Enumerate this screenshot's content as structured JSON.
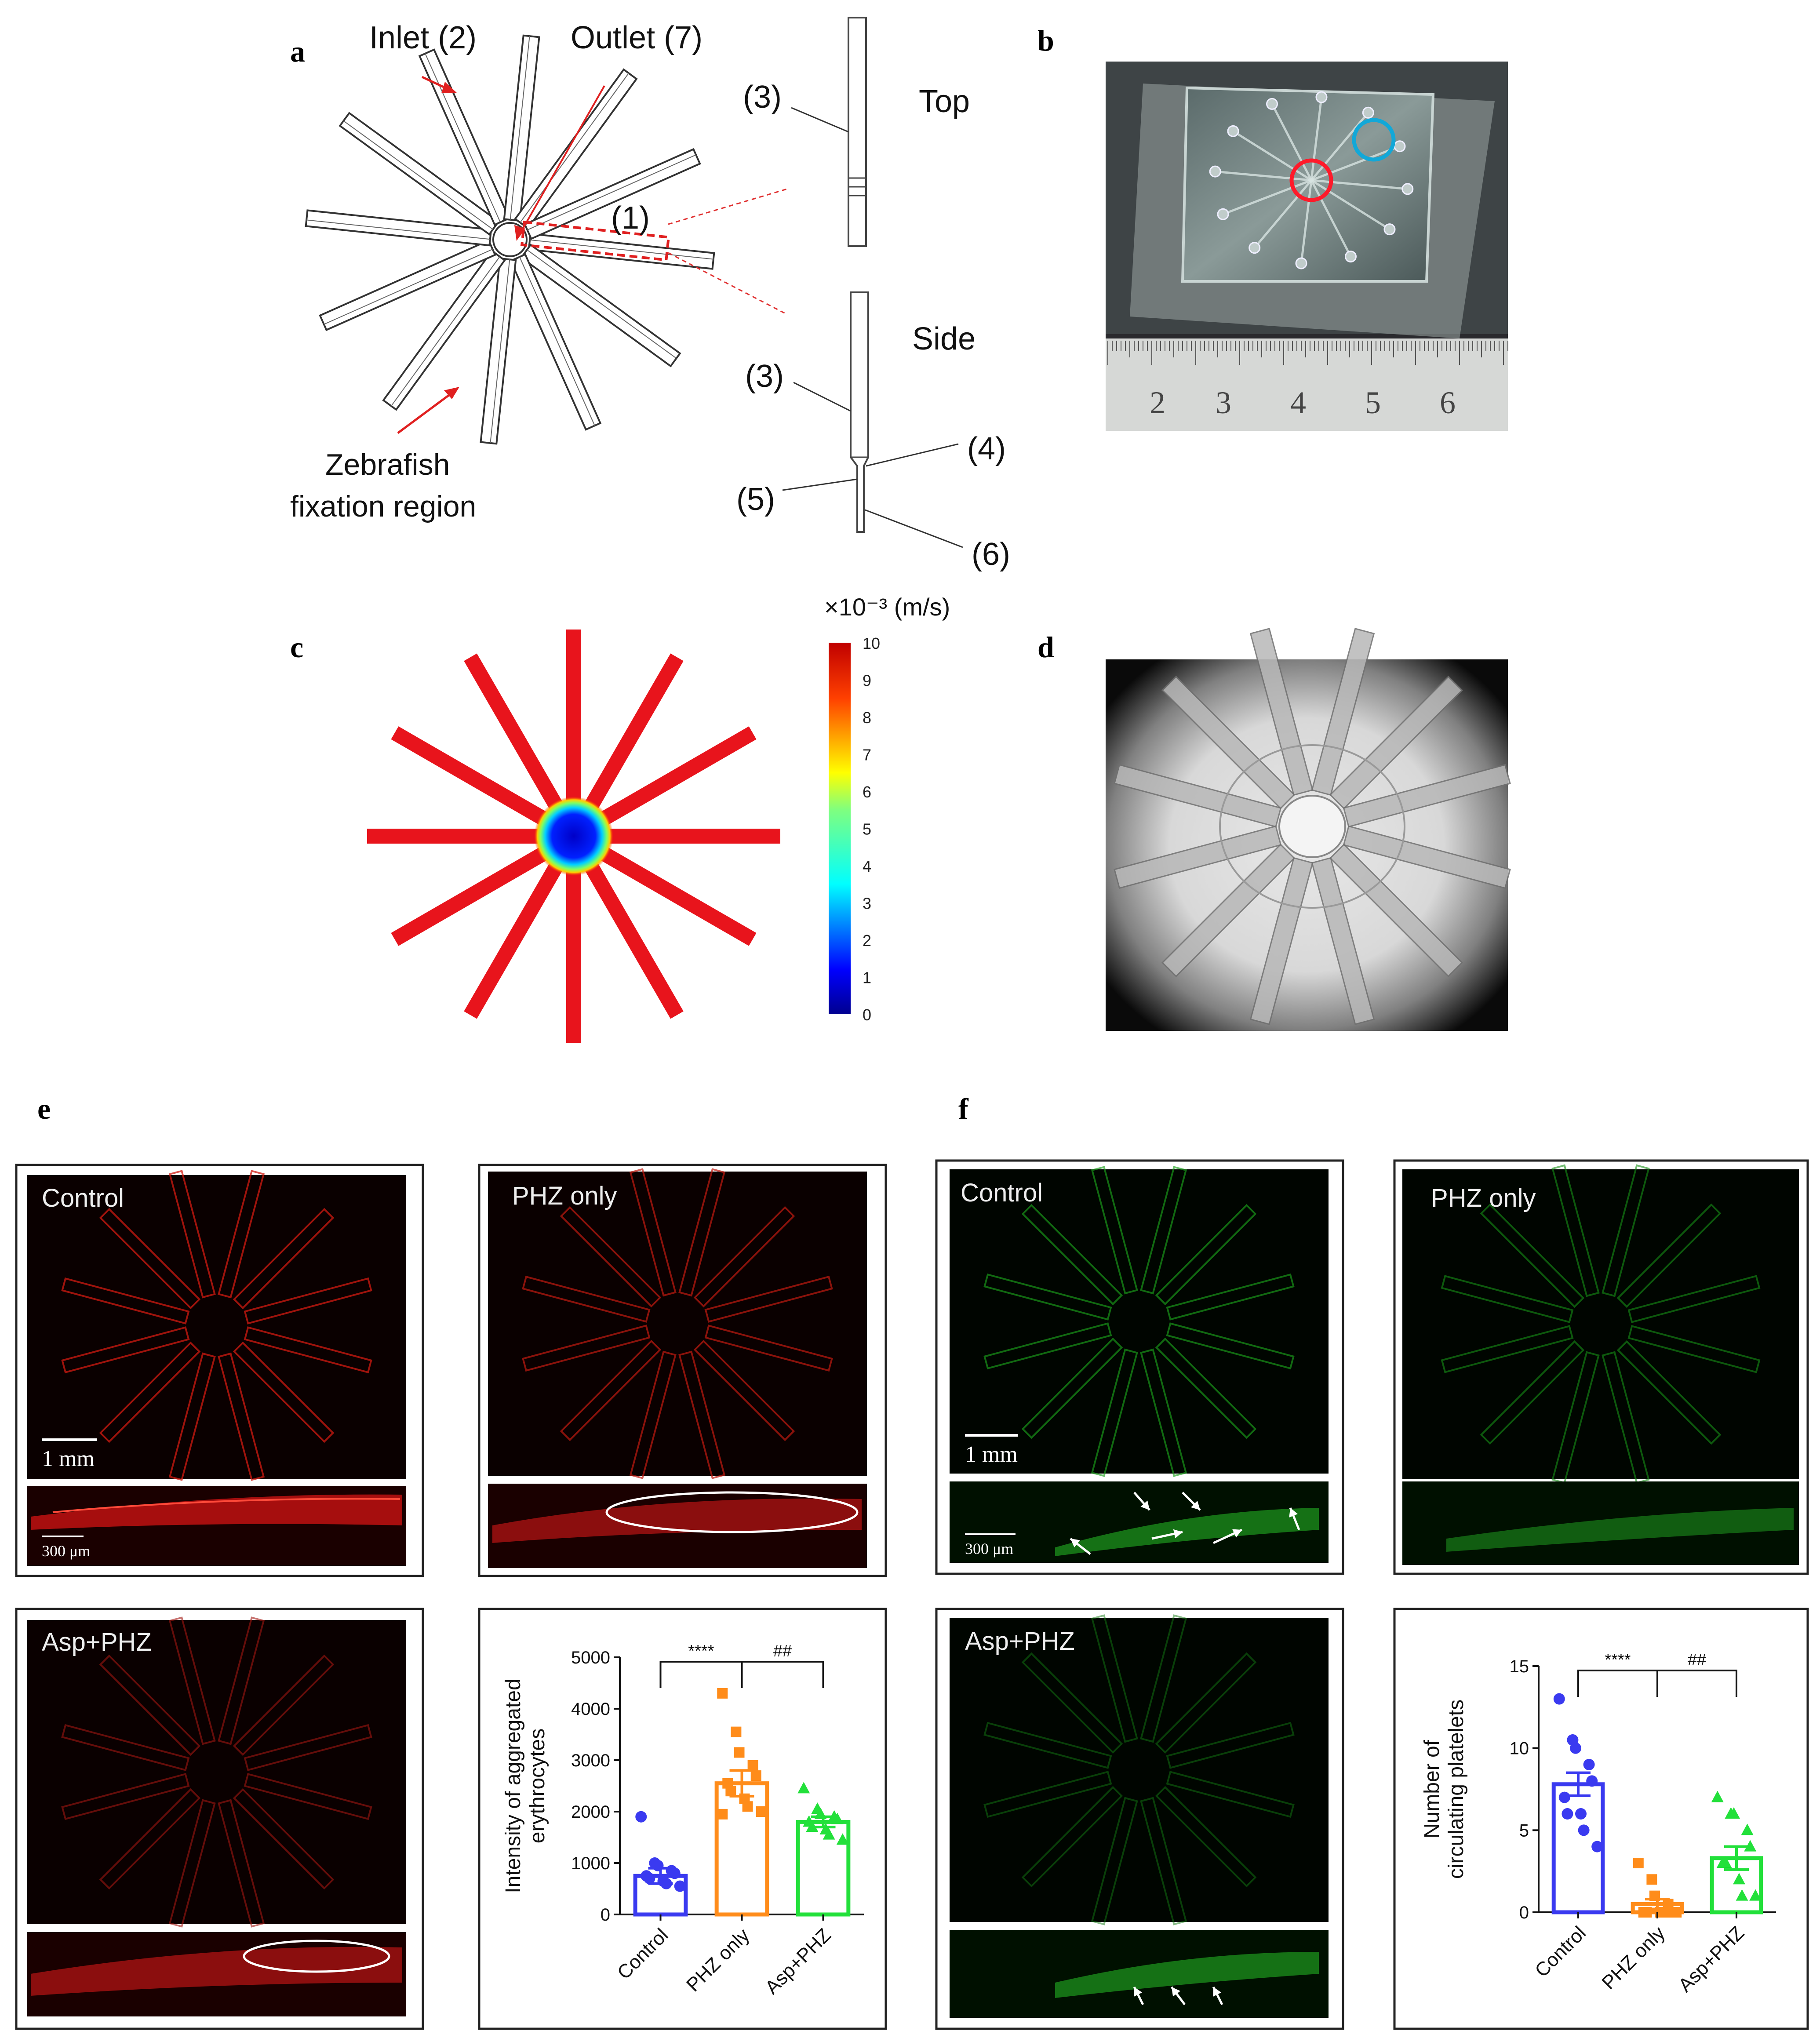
{
  "panel_letters": {
    "a": "a",
    "b": "b",
    "c": "c",
    "d": "d",
    "e": "e",
    "f": "f"
  },
  "panel_a": {
    "inlet": "Inlet (2)",
    "outlet": "Outlet (7)",
    "zebrafish": "Zebrafish",
    "fixation_region": "fixation region",
    "label_1": "(1)",
    "label_3_top": "(3)",
    "label_top": "Top",
    "label_3_side": "(3)",
    "label_side": "Side",
    "label_4": "(4)",
    "label_5": "(5)",
    "label_6": "(6)"
  },
  "panel_b": {
    "ruler_numbers": [
      "2",
      "3",
      "4",
      "5",
      "6"
    ]
  },
  "panel_c": {
    "colorbar_unit": "×10⁻³ (m/s)",
    "colorbar_ticks": [
      "10",
      "9",
      "8",
      "7",
      "6",
      "5",
      "4",
      "3",
      "2",
      "1",
      "0"
    ]
  },
  "panel_e": {
    "control_label": "Control",
    "phz_label": "PHZ only",
    "asp_label": "Asp+PHZ",
    "scalebar_1mm": "1 mm",
    "scalebar_300um": "300 μm"
  },
  "panel_f": {
    "control_label": "Control",
    "phz_label": "PHZ only",
    "asp_label": "Asp+PHZ",
    "scalebar_1mm": "1 mm",
    "scalebar_300um": "300 μm"
  },
  "chart_data": [
    {
      "type": "bar",
      "title": "",
      "ylabel": "Intensity of aggregated erythrocytes",
      "ylabel_lines": [
        "Intensity of aggregated",
        "erythrocytes"
      ],
      "categories": [
        "Control",
        "PHZ only",
        "Asp+PHZ"
      ],
      "values": [
        750,
        2550,
        1800
      ],
      "errors": [
        150,
        250,
        100
      ],
      "colors": [
        "#3a3af0",
        "#ff8c1a",
        "#22e03a"
      ],
      "ylim": [
        0,
        5000
      ],
      "yticks": [
        "0",
        "1000",
        "2000",
        "3000",
        "4000",
        "5000"
      ],
      "points": [
        [
          1900,
          1000,
          950,
          850,
          800,
          750,
          700,
          650,
          600,
          550
        ],
        [
          4300,
          3550,
          3150,
          2900,
          2700,
          2550,
          2400,
          2250,
          2100,
          2000,
          1950
        ],
        [
          2450,
          2050,
          1950,
          1900,
          1850,
          1800,
          1700,
          1650,
          1550,
          1450
        ]
      ],
      "significance": [
        {
          "from": 0,
          "to": 1,
          "label": "****"
        },
        {
          "from": 1,
          "to": 2,
          "label": "##"
        }
      ]
    },
    {
      "type": "bar",
      "title": "",
      "ylabel": "Number of circulating platelets",
      "ylabel_lines": [
        "Number of",
        "circulating platelets"
      ],
      "categories": [
        "Control",
        "PHZ only",
        "Asp+PHZ"
      ],
      "values": [
        7.8,
        0.5,
        3.3
      ],
      "errors": [
        0.7,
        0.3,
        0.7
      ],
      "colors": [
        "#3a3af0",
        "#ff8c1a",
        "#22e03a"
      ],
      "ylim": [
        0,
        15
      ],
      "yticks": [
        "0",
        "5",
        "10",
        "15"
      ],
      "points": [
        [
          13,
          10.5,
          10,
          9,
          8,
          7,
          6,
          6,
          5,
          4
        ],
        [
          3,
          2,
          1,
          0.5,
          0,
          0,
          0,
          0,
          0,
          0
        ],
        [
          7,
          6,
          6,
          5,
          4,
          3,
          3,
          2,
          1,
          1
        ]
      ],
      "significance": [
        {
          "from": 0,
          "to": 1,
          "label": "****"
        },
        {
          "from": 1,
          "to": 2,
          "label": "##"
        }
      ]
    }
  ]
}
